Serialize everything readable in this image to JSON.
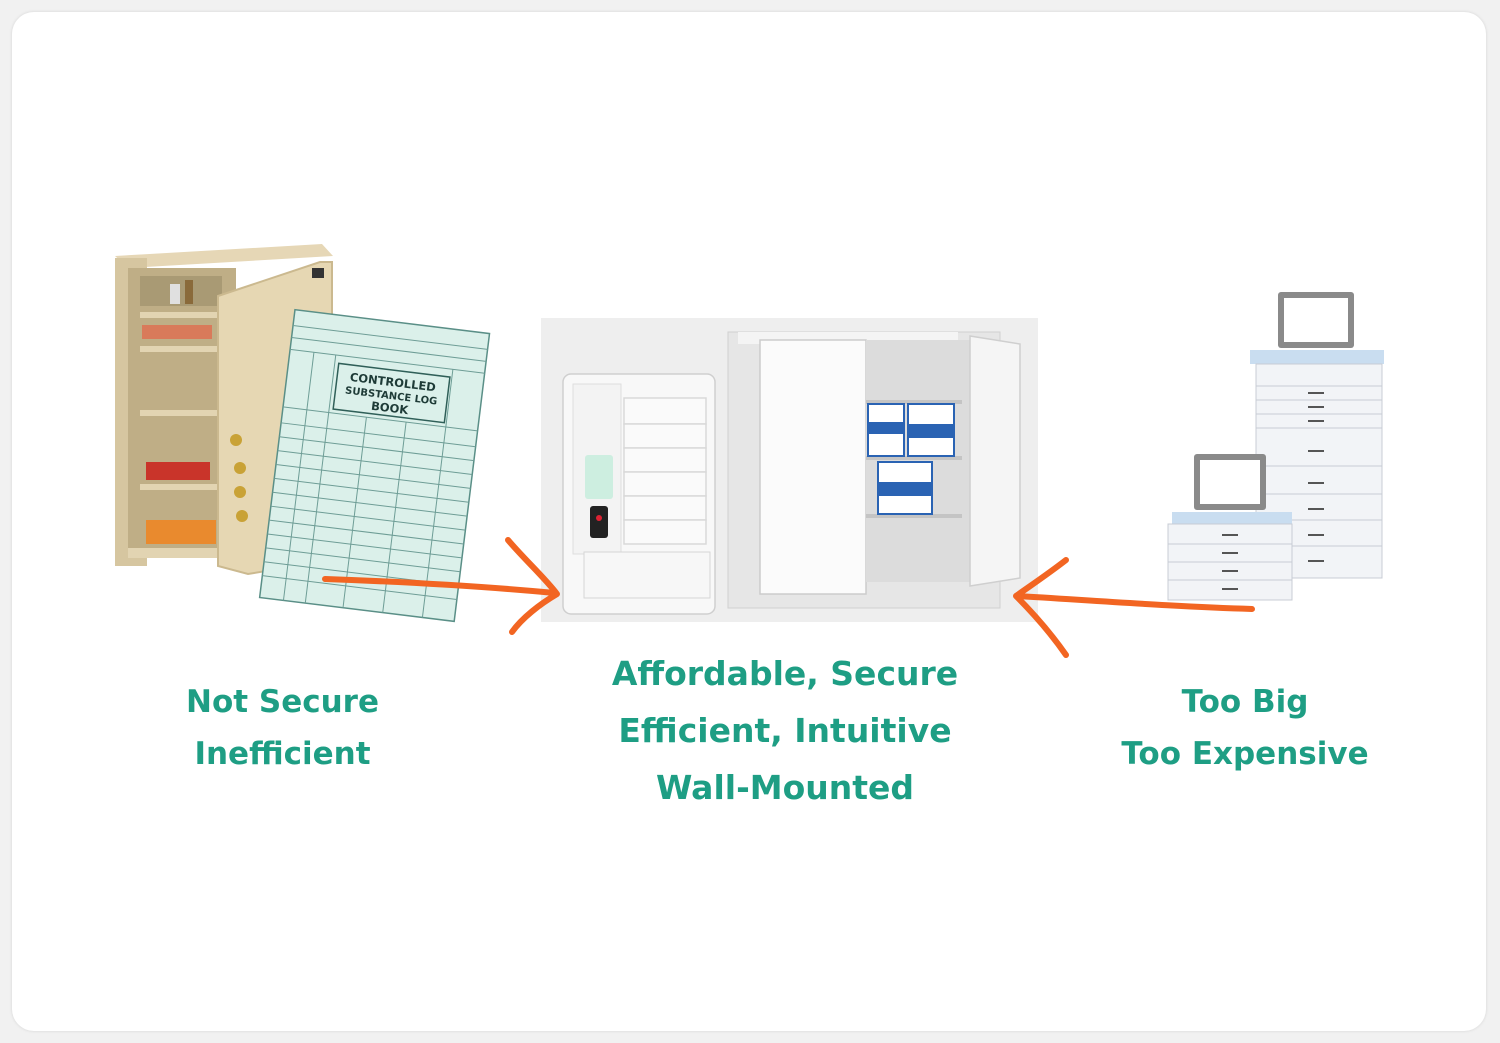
{
  "illustrations": {
    "left_icon": "wall-key-cabinet-with-logbook",
    "center_icon": "wall-mounted-smart-medication-cabinet",
    "right_icon": "automated-dispensing-cabinets",
    "logbook_title": "CONTROLLED SUBSTANCE LOG BOOK",
    "arrow_color": "#f26522"
  },
  "captions": {
    "left": {
      "line1": "Not Secure",
      "line2": "Inefficient"
    },
    "center": {
      "line1": "Affordable, Secure",
      "line2": "Efficient, Intuitive",
      "line3": "Wall-Mounted"
    },
    "right": {
      "line1": "Too Big",
      "line2": "Too Expensive"
    }
  },
  "colors": {
    "caption": "#1e9e84",
    "background": "#ffffff"
  }
}
